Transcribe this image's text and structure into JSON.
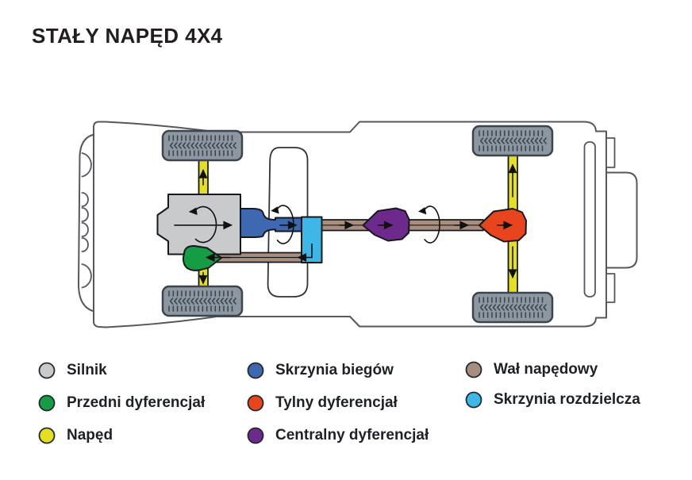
{
  "title": "STAŁY NAPĘD 4X4",
  "legend": {
    "columns": [
      {
        "items": [
          {
            "label": "Silnik",
            "color": "#c9cacc"
          },
          {
            "label": "Przedni dyferencjał",
            "color": "#169c45"
          },
          {
            "label": "Napęd",
            "color": "#e5e01f"
          }
        ]
      },
      {
        "items": [
          {
            "label": "Skrzynia biegów",
            "color": "#3e68b0"
          },
          {
            "label": "Tylny dyferencjał",
            "color": "#e8441d"
          },
          {
            "label": "Centralny dyferencjał",
            "color": "#6d2a8c"
          }
        ]
      },
      {
        "items": [
          {
            "label": "Wał napędowy",
            "color": "#a78e7f"
          },
          {
            "label": "Skrzynia rozdzielcza",
            "color": "#3cb7e8"
          }
        ]
      }
    ]
  },
  "diagram": {
    "colors": {
      "engine": "#c9cacc",
      "front_diff": "#169c45",
      "axle": "#e5e01f",
      "gearbox": "#3e68b0",
      "rear_diff": "#e8441d",
      "central_diff": "#6d2a8c",
      "drive_shaft": "#a78e7f",
      "transfer_case": "#3cb7e8",
      "tire": "#8d97a2",
      "body_outline": "#54575c",
      "part_outline": "#15191d",
      "arrow": "#111111"
    }
  }
}
